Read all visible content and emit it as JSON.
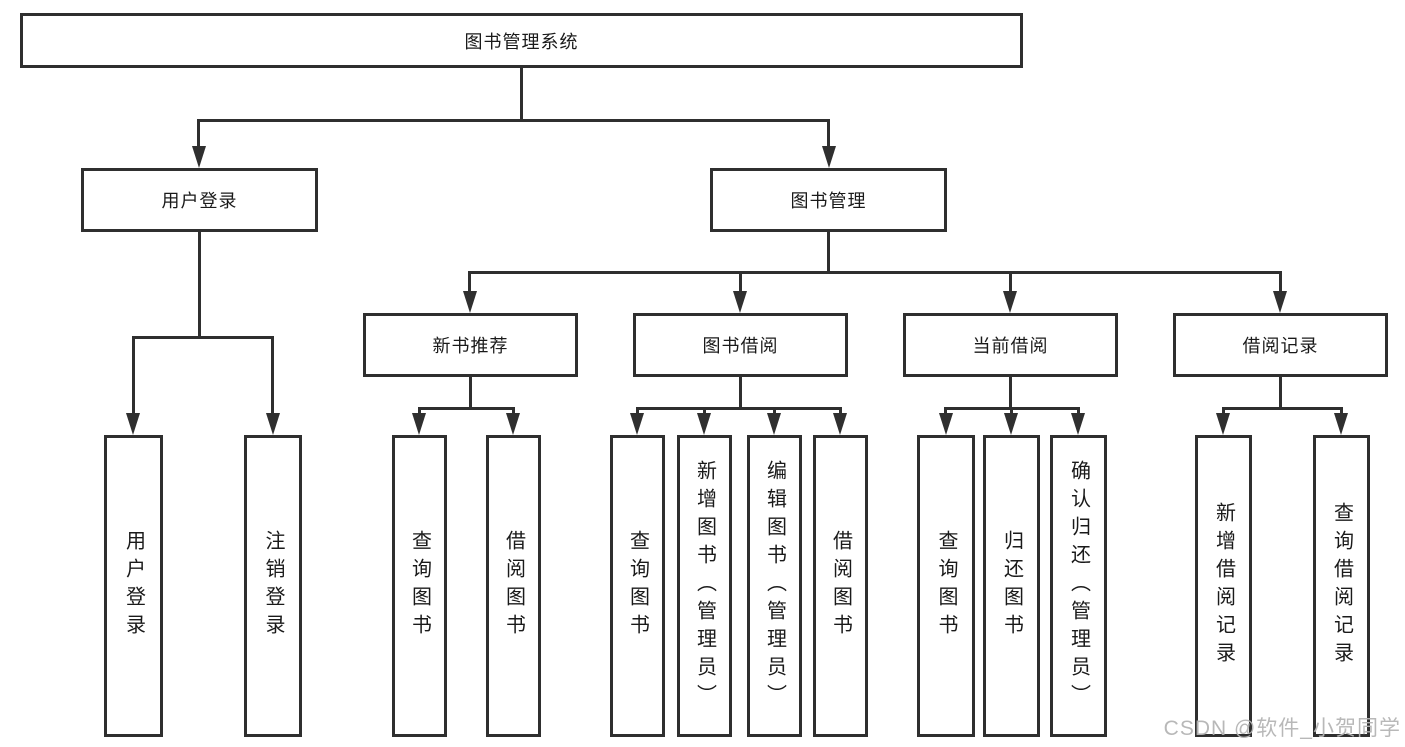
{
  "diagram": {
    "root": {
      "label": "图书管理系统"
    },
    "branches": [
      {
        "label": "用户登录",
        "children": [
          "用户登录",
          "注销登录"
        ]
      },
      {
        "label": "图书管理"
      }
    ],
    "modules": [
      {
        "label": "新书推荐",
        "children": [
          "查询图书",
          "借阅图书"
        ]
      },
      {
        "label": "图书借阅",
        "children": [
          "查询图书",
          "新增图书（管理员）",
          "编辑图书（管理员）",
          "借阅图书"
        ]
      },
      {
        "label": "当前借阅",
        "children": [
          "查询图书",
          "归还图书",
          "确认归还（管理员）"
        ]
      },
      {
        "label": "借阅记录",
        "children": [
          "新增借阅记录",
          "查询借阅记录"
        ]
      }
    ]
  },
  "watermark": "CSDN @软件_小贺同学",
  "colors": {
    "line": "#2f2f2f",
    "background": "#ffffff",
    "text": "#1a1a1a",
    "watermark": "#b5b5b5"
  }
}
